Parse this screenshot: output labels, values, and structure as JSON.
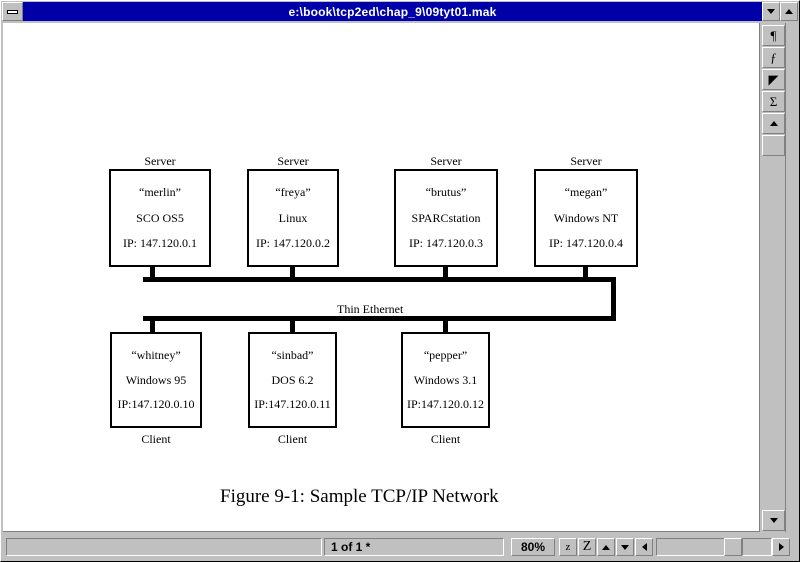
{
  "window": {
    "title": "e:\\book\\tcp2ed\\chap_9\\09tyt01.mak",
    "sys_button_label": "",
    "titlebar_down_label": "",
    "titlebar_up_label": ""
  },
  "right_toolbar": {
    "buttons": [
      {
        "name": "paragraph-icon",
        "glyph": "¶"
      },
      {
        "name": "function-icon",
        "glyph": "ƒ"
      },
      {
        "name": "angle-icon",
        "glyph": "◤"
      },
      {
        "name": "sigma-icon",
        "glyph": "Σ"
      },
      {
        "name": "scroll-up-icon",
        "glyph": "▲"
      }
    ]
  },
  "status_bar": {
    "page_indicator": "1 of 1 *",
    "zoom_level": "80%",
    "zoom_out_label": "z",
    "zoom_in_label": "Z",
    "page_up_label": "↑",
    "page_down_label": "↓",
    "prev_label": "◀"
  },
  "diagram": {
    "caption": "Figure 9-1: Sample TCP/IP Network",
    "bus_label": "Thin Ethernet",
    "server_caption": "Server",
    "client_caption": "Client",
    "servers": [
      {
        "host": "“merlin”",
        "os": "SCO OS5",
        "ip": "IP:  147.120.0.1"
      },
      {
        "host": "“freya”",
        "os": "Linux",
        "ip": "IP:  147.120.0.2"
      },
      {
        "host": "“brutus”",
        "os": "SPARCstation",
        "ip": "IP:  147.120.0.3"
      },
      {
        "host": "“megan”",
        "os": "Windows NT",
        "ip": "IP:  147.120.0.4"
      }
    ],
    "clients": [
      {
        "host": "“whitney”",
        "os": "Windows 95",
        "ip": "IP:147.120.0.10"
      },
      {
        "host": "“sinbad”",
        "os": "DOS 6.2",
        "ip": "IP:147.120.0.11"
      },
      {
        "host": "“pepper”",
        "os": "Windows 3.1",
        "ip": "IP:147.120.0.12"
      }
    ]
  },
  "colors": {
    "titlebar": "#0000a8",
    "chrome": "#c0c0c0",
    "page": "#ffffff",
    "ink": "#000000"
  }
}
